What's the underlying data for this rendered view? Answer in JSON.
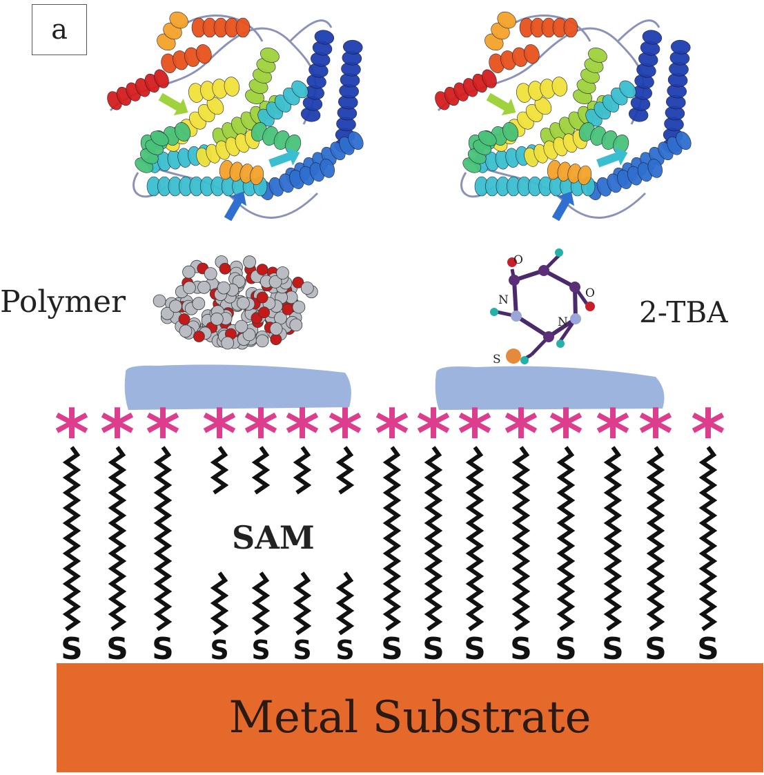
{
  "panel_label": "a",
  "labels": {
    "polymer": "Polymer",
    "tba": "2-TBA",
    "sam": "SAM",
    "substrate": "Metal Substrate"
  },
  "atoms": {
    "o_top": "O",
    "o_right": "O",
    "n_left": "N",
    "n_right": "N",
    "s": "S"
  },
  "chain_anchor": "S",
  "head_group": "*",
  "colors": {
    "substrate": "#e4692a",
    "pad": "#9db4de",
    "asterisk": "#de3c8c",
    "chain": "#111111",
    "helix_palette": [
      "#1e3fb0",
      "#2f6fd0",
      "#3bbfd0",
      "#49c27a",
      "#9fd23c",
      "#f2e23a",
      "#f4a32a",
      "#e8521e",
      "#d41e1e"
    ]
  }
}
